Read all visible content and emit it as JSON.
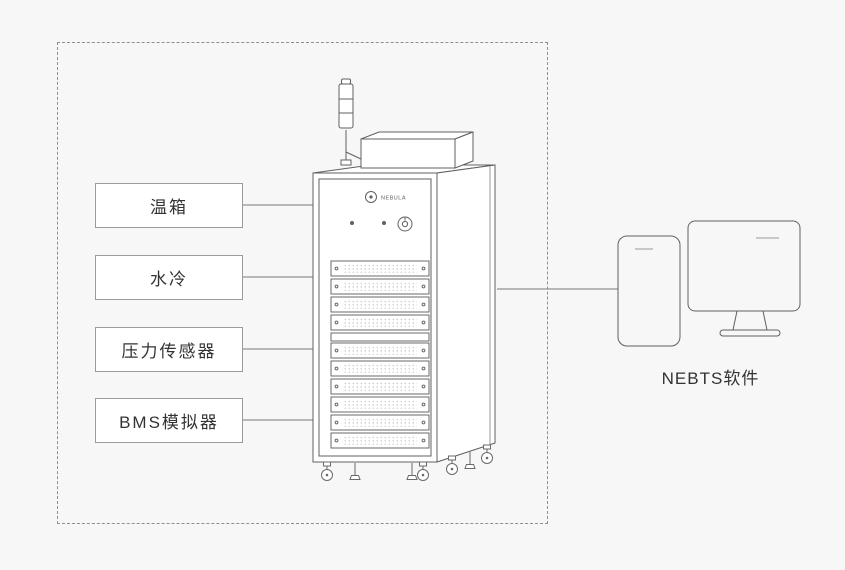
{
  "diagram": {
    "colors": {
      "background": "#f7f7f7",
      "line": "#606060",
      "box_border": "#9b9b9b",
      "box_fill": "#ffffff",
      "text": "#333333"
    },
    "labels": [
      {
        "id": "temperature-chamber",
        "text": "温箱"
      },
      {
        "id": "water-cooling",
        "text": "水冷"
      },
      {
        "id": "pressure-sensor",
        "text": "压力传感器"
      },
      {
        "id": "bms-simulator",
        "text": "BMS模拟器"
      }
    ],
    "cabinet": {
      "brand": "NEBULA"
    },
    "software_label": "NEBTS软件"
  }
}
